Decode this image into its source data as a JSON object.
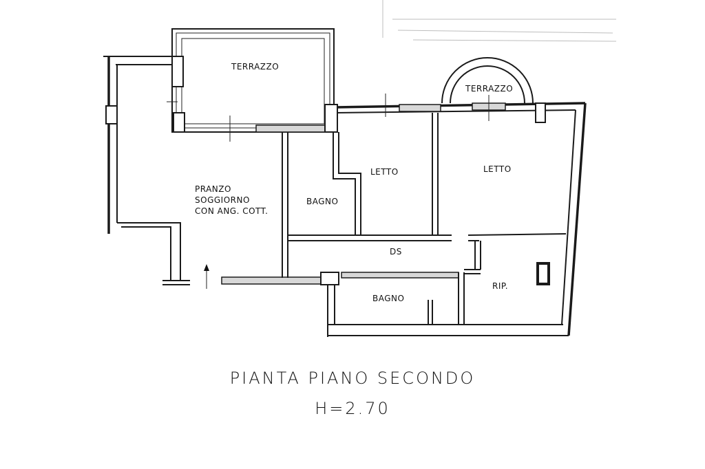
{
  "plan": {
    "title": "PIANTA PIANO SECONDO",
    "height": "H=2.70",
    "rooms": {
      "terrazzo_left": "TERRAZZO",
      "terrazzo_right": "TERRAZZO",
      "soggiorno_line1": "PRANZO",
      "soggiorno_line2": "SOGGIORNO",
      "soggiorno_line3": "CON ANG. COTT.",
      "bagno_upper": "BAGNO",
      "letto_left": "LETTO",
      "letto_right": "LETTO",
      "disimpegno": "DS",
      "bagno_lower": "BAGNO",
      "ripostiglio": "RIP."
    }
  }
}
